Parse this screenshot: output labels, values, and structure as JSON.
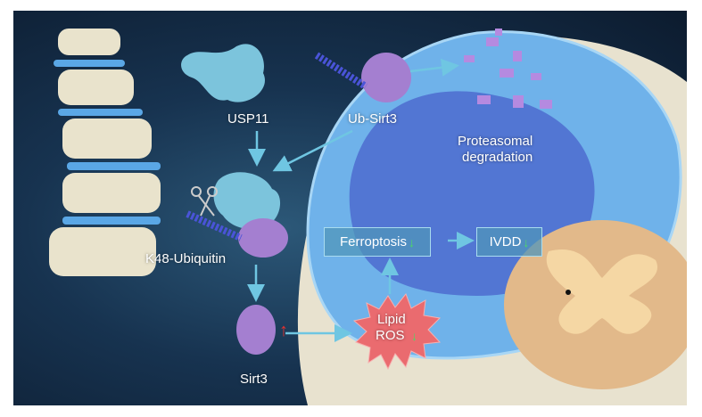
{
  "labels": {
    "usp11": "USP11",
    "ub_sirt3": "Ub-Sirt3",
    "proteasomal": "Proteasomal",
    "degradation": "degradation",
    "k48": "K48-Ubiquitin",
    "sirt3": "Sirt3",
    "ferroptosis": "Ferroptosis",
    "ivdd": "IVDD",
    "lipid": "Lipid",
    "ros": "ROS"
  },
  "indicators": {
    "down": "↓",
    "up": "↑"
  },
  "colors": {
    "background": "#173350",
    "disc": "#6fb2ea",
    "nucleus": "#4f6fd0",
    "protein_usp11": "#7cc4dc",
    "protein_sirt3": "#a47fd0",
    "ros_burst": "#ea6b6f",
    "arrow": "#6fc6e2",
    "down_arrow": "#4cd964",
    "up_arrow": "#e8302c"
  }
}
